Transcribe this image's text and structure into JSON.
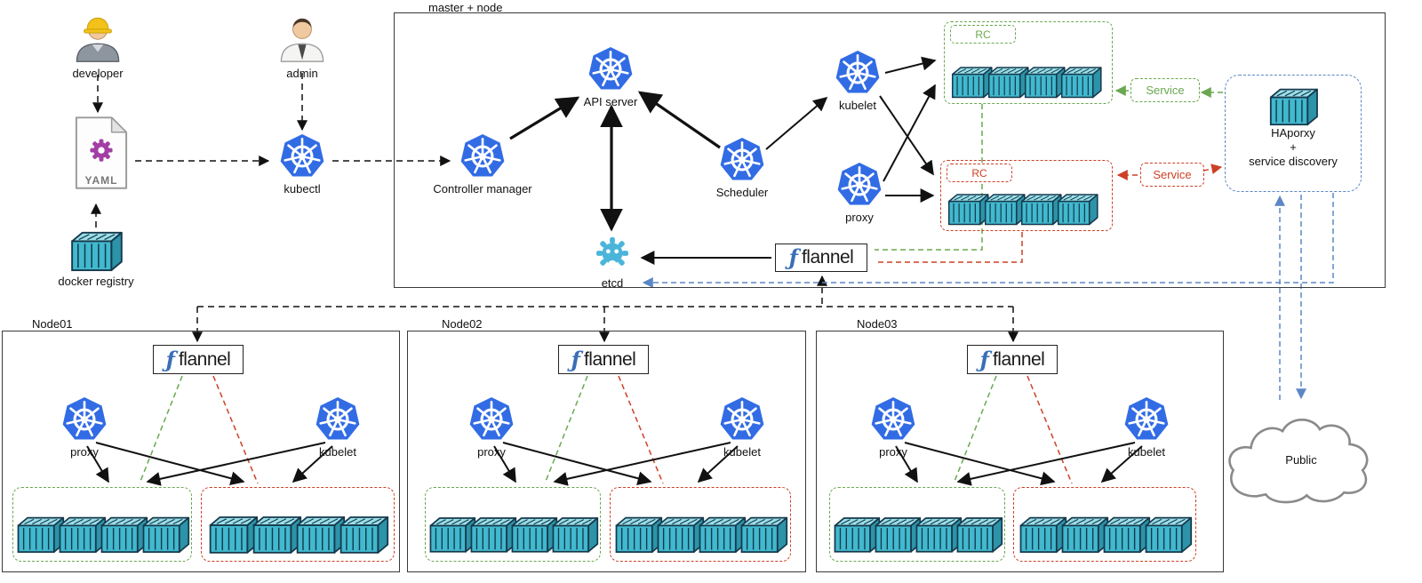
{
  "actors": {
    "developer": "developer",
    "admin": "admin"
  },
  "artifacts": {
    "yaml": "YAML",
    "docker_registry": "docker registry",
    "kubectl": "kubectl"
  },
  "master": {
    "title": "master + node",
    "controller_manager": "Controller manager",
    "api_server": "API server",
    "scheduler": "Scheduler",
    "kubelet": "kubelet",
    "proxy": "proxy",
    "etcd": "etcd",
    "flannel": "flannel",
    "rc_green_label": "RC",
    "rc_red_label": "RC",
    "service_green": "Service",
    "service_red": "Service"
  },
  "haproxy": {
    "line1": "HAporxy",
    "line2": "+",
    "line3": "service discovery"
  },
  "nodes": [
    {
      "title": "Node01",
      "flannel": "flannel",
      "proxy": "proxy",
      "kubelet": "kubelet"
    },
    {
      "title": "Node02",
      "flannel": "flannel",
      "proxy": "proxy",
      "kubelet": "kubelet"
    },
    {
      "title": "Node03",
      "flannel": "flannel",
      "proxy": "proxy",
      "kubelet": "kubelet"
    }
  ],
  "public": {
    "label": "Public"
  },
  "icons": {
    "flannel_f": "ƒ"
  },
  "colors": {
    "k8s_blue": "#326ce5",
    "container_teal": "#41b9cf",
    "rc_green": "#6aa84f",
    "rc_red": "#cc4125",
    "discovery_blue": "#5b87c5",
    "etcd_blue": "#4ab5d9",
    "helmet_yellow": "#f2c21a",
    "yaml_purple": "#a23fa5"
  }
}
